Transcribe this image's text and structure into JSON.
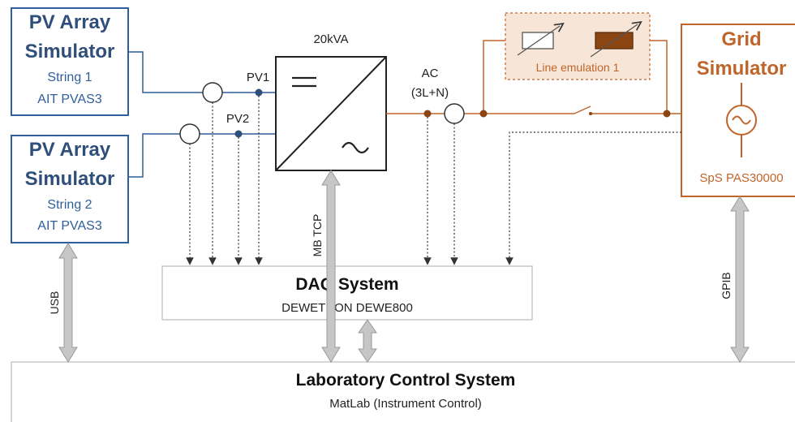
{
  "pv1": {
    "title_line1": "PV Array",
    "title_line2": "Simulator",
    "sub1": "String 1",
    "sub2": "AIT PVAS3"
  },
  "pv2": {
    "title_line1": "PV Array",
    "title_line2": "Simulator",
    "sub1": "String 2",
    "sub2": "AIT PVAS3"
  },
  "inverter": {
    "rating": "20kVA"
  },
  "labels": {
    "pv1": "PV1",
    "pv2": "PV2",
    "ac": "AC",
    "ac_sub": "(3L+N)"
  },
  "line_emulation": {
    "label": "Line emulation 1"
  },
  "grid": {
    "title_line1": "Grid",
    "title_line2": "Simulator",
    "model": "SpS PAS30000"
  },
  "daq": {
    "title": "DAQ System",
    "model": "DEWETRON DEWE800"
  },
  "lab": {
    "title": "Laboratory Control System",
    "model": "MatLab (Instrument Control)"
  },
  "links": {
    "usb": "USB",
    "mbtcp": "MB TCP",
    "gpib": "GPIB"
  },
  "colors": {
    "pv_blue": "#2f5f9a",
    "grid_orange": "#c0652a",
    "node_blue": "#2f4f7a",
    "node_brown": "#8b4513",
    "bus_gray": "#bdbdbd"
  }
}
